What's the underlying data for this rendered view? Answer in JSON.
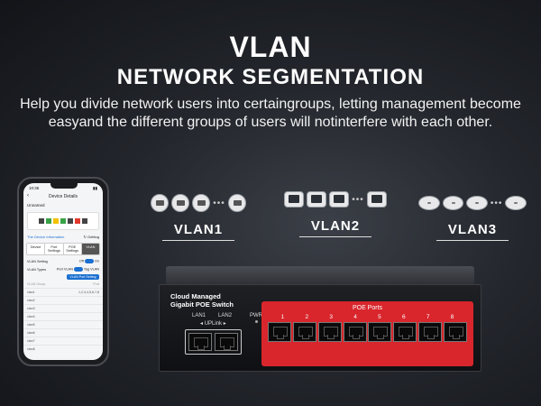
{
  "hero": {
    "title": "VLAN",
    "subtitle": "NETWORK SEGMENTATION",
    "description": "Help you divide network users into certaingroups, letting management become easyand the different groups of users will notinterfere with each other."
  },
  "vlans": [
    {
      "label": "VLAN1",
      "icon": "camera-icon"
    },
    {
      "label": "VLAN2",
      "icon": "monitor-icon"
    },
    {
      "label": "VLAN3",
      "icon": "access-point-icon"
    }
  ],
  "phone": {
    "status_time": "10:36",
    "header_title": "Device Details",
    "device_name": "Unnamed",
    "device_info": "The Device Information",
    "getting": "Getting",
    "tabs": [
      {
        "label": "Device"
      },
      {
        "label": "Port Settings"
      },
      {
        "label": "POE Settings"
      },
      {
        "label": "VLAN"
      }
    ],
    "vlan_setting_label": "VLAN Setting",
    "vlan_setting_off": "Off",
    "vlan_setting_on": "On",
    "vlan_types_label": "VLAN Types",
    "port_vlan": "Port VLAN",
    "tag_vlan": "Tag VLAN",
    "port_setting_button": "VLAN Port Setting",
    "table_group": "VLAN Group",
    "table_port": "Port",
    "rows": [
      {
        "name": "vlan1",
        "ports": "1,2,3,4,5,6,7,8"
      },
      {
        "name": "vlan2",
        "ports": ""
      },
      {
        "name": "vlan3",
        "ports": ""
      },
      {
        "name": "vlan4",
        "ports": ""
      },
      {
        "name": "vlan5",
        "ports": ""
      },
      {
        "name": "vlan6",
        "ports": ""
      },
      {
        "name": "vlan7",
        "ports": ""
      },
      {
        "name": "vlan8",
        "ports": ""
      }
    ]
  },
  "switch": {
    "brand_line1": "Cloud Managed",
    "brand_line2": "Gigabit POE Switch",
    "lan1": "LAN1",
    "lan2": "LAN2",
    "uplink": "UPLink",
    "pwr": "PWR",
    "poe_title": "POE Ports",
    "port_numbers": [
      "1",
      "2",
      "3",
      "4",
      "5",
      "6",
      "7",
      "8"
    ]
  },
  "colors": {
    "poe_panel": "#d8262c",
    "accent_blue": "#1a6fd0"
  }
}
